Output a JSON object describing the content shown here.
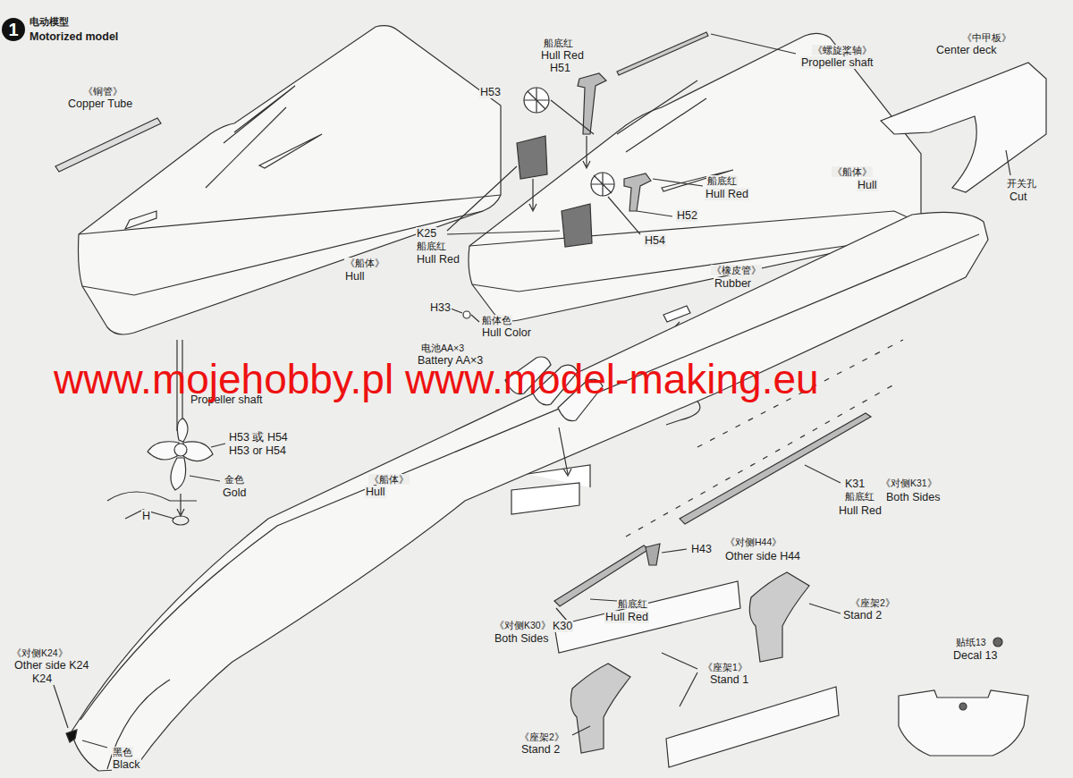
{
  "diagram": {
    "nodes": [
      {
        "text": [
          "1"
        ]
      }
    ],
    "labels": [
      "电动模型",
      "Motorized model",
      "《铜管》",
      "Copper Tube",
      "船底红",
      "Hull Red",
      "H51",
      "《螺旋桨轴》",
      "Propeller shaft",
      "《中甲板》",
      "Center deck",
      "H53",
      "《船体》",
      "Hull",
      "开关孔",
      "Cut",
      "船底红",
      "Hull Red",
      "H52",
      "H54",
      "K25",
      "船底红",
      "Hull Red",
      "《船体》",
      "Hull",
      "H33",
      "船体色",
      "Hull Color",
      "《橡皮管》",
      "Rubber",
      "电池AA×3",
      "Battery AA×3",
      "Propeller shaft",
      "www.mojehobby.pl www.model-making.eu",
      "H53 或 H54",
      "H53 or H54",
      "金色",
      "Gold",
      "H",
      "《船体》",
      "Hull",
      "K31",
      "《对侧K31》",
      "船底红",
      "Both Sides",
      "Hull Red",
      "H43",
      "《对侧H44》",
      "Other side H44",
      "船底红",
      "Hull Red",
      "《对侧K30》",
      "K30",
      "Both Sides",
      "《座架2》",
      "Stand 2",
      "《座架1》",
      "Stand 1",
      "《座架2》",
      "Stand 2",
      "贴纸13",
      "Decal 13",
      "《对侧K24》",
      "Other side K24",
      "K24",
      "黑色",
      "Black"
    ]
  }
}
